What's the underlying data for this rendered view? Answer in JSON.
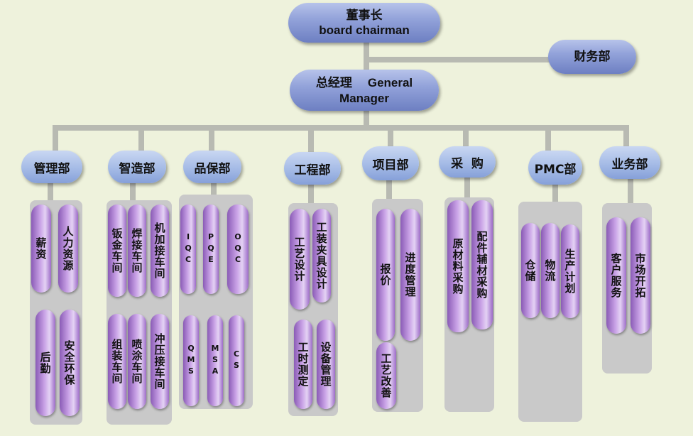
{
  "chairman": {
    "zh": "董事长",
    "en": "board chairman"
  },
  "finance": "财务部",
  "gm": {
    "zh": "总经理",
    "en1": "General",
    "en2": "Manager"
  },
  "departments": [
    {
      "name": "管理部",
      "units": [
        "薪资",
        "人力资源",
        "后勤",
        "安全环保"
      ]
    },
    {
      "name": "智造部",
      "units": [
        "钣金车间",
        "焊接车间",
        "机加接车间",
        "组装车间",
        "喷涂车间",
        "冲压接车间"
      ]
    },
    {
      "name": "品保部",
      "units": [
        "IQC",
        "PQE",
        "OQC",
        "QMS",
        "MSA",
        "CS"
      ]
    },
    {
      "name": "工程部",
      "units": [
        "工艺设计",
        "工装夹具设计",
        "工时测定",
        "设备管理"
      ]
    },
    {
      "name": "项目部",
      "units": [
        "报价",
        "进度管理",
        "工艺改善"
      ]
    },
    {
      "name": "采  购",
      "units": [
        "原材料采购",
        "配件辅材采购"
      ]
    },
    {
      "name": "PMC部",
      "units": [
        "仓储",
        "物流",
        "生产计划"
      ]
    },
    {
      "name": "业务部",
      "units": [
        "客户服务",
        "市场开拓"
      ]
    }
  ]
}
